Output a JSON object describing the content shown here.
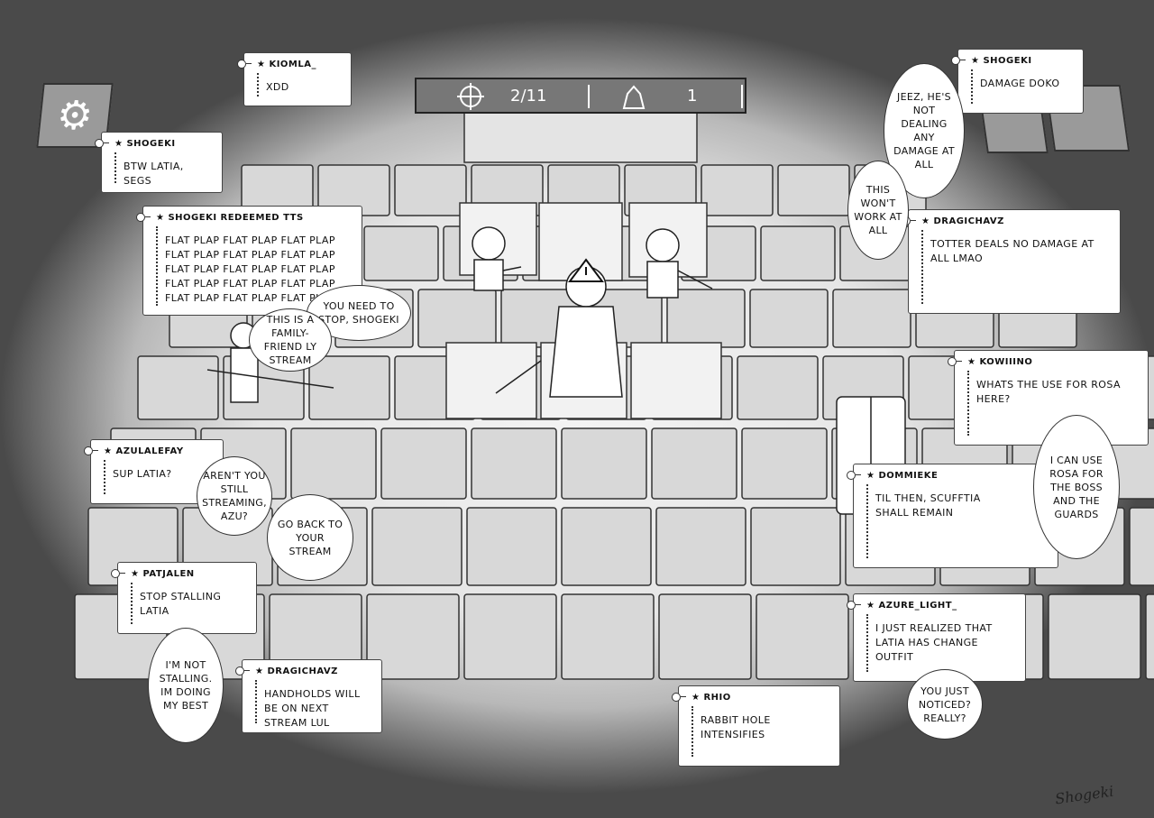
{
  "hud": {
    "enemy_count": "2/11",
    "lives": "1"
  },
  "messages": {
    "kiomla": {
      "user": "Kiomla_",
      "text": "XDD"
    },
    "shogeki1": {
      "user": "Shogeki",
      "text": "BTW Latia, segs"
    },
    "shogeki_tts": {
      "user": "Shogeki redeemed TTS",
      "text": "Flat plap flat plap flat plap flat plap flat plap flat plap flat plap flat plap flat plap flat plap flat plap flat plap flat plap flat plap flat plap"
    },
    "azulalefay": {
      "user": "Azulalefay",
      "text": "Sup Latia?"
    },
    "patjalen": {
      "user": "Patjalen",
      "text": "Stop stalling Latia"
    },
    "dragichavz1": {
      "user": "Dragichavz",
      "text": "Handholds will be on next stream LUL"
    },
    "rhio": {
      "user": "Rhio",
      "text": "Rabbit hole intensifies"
    },
    "shogeki2": {
      "user": "Shogeki",
      "text": "Damage doko"
    },
    "dragichavz2": {
      "user": "Dragichavz",
      "text": "Totter deals no damage at all LMAO"
    },
    "kowiiino": {
      "user": "Kowiiino",
      "text": "Whats the use for Rosa here?"
    },
    "dommieke": {
      "user": "Dommieke",
      "text": "Til then, Scufftia shall remain"
    },
    "azure_light": {
      "user": "Azure_Light_",
      "text": "I just realized that Latia has change outfit"
    }
  },
  "bubbles": {
    "you_need": "You need to stop, Shogeki",
    "family": "This is a family-friend ly stream",
    "arent_you": "Aren't you still streaming, Azu?",
    "go_back": "Go back to your stream",
    "not_stalling": "I'm not stalling. Im doing my best",
    "jeez": "Jeez, he's not dealing any damage at all",
    "wont_work": "This won't work at all",
    "rosa": "I can use Rosa for the boss and the guards",
    "noticed": "You just noticed? Really?"
  },
  "signature": "Shogeki",
  "colors": {
    "ui_panel": "#777777",
    "card_bg": "#ffffff",
    "ink": "#111111"
  },
  "icons": [
    "settings-gear-icon",
    "enemy-target-icon",
    "life-beacon-icon",
    "speed-toggle-icon",
    "pause-icon",
    "warning-triangle-icon"
  ]
}
